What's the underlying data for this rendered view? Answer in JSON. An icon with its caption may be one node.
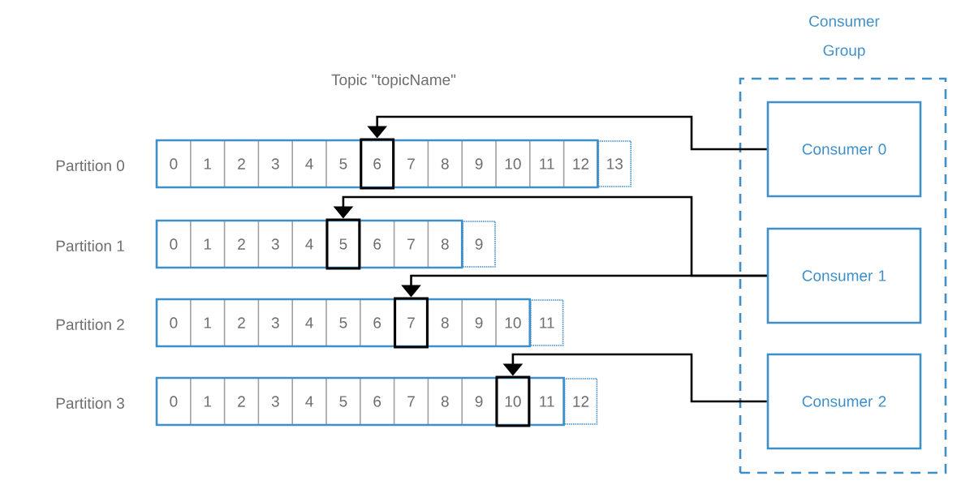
{
  "diagram": {
    "title": "Topic \"topicName\"",
    "nodes": [
      {
        "text": [
          "Partition 0"
        ]
      },
      {
        "text": [
          "0"
        ],
        "in": 0
      },
      {
        "text": [
          "1"
        ],
        "in": 0
      },
      {
        "text": [
          "2"
        ],
        "in": 0
      },
      {
        "text": [
          "3"
        ],
        "in": 0
      },
      {
        "text": [
          "4"
        ],
        "in": 0
      },
      {
        "text": [
          "5"
        ],
        "in": 0
      },
      {
        "text": [
          "6"
        ],
        "in": 0
      },
      {
        "text": [
          "7"
        ],
        "in": 0
      },
      {
        "text": [
          "8"
        ],
        "in": 0
      },
      {
        "text": [
          "9"
        ],
        "in": 0
      },
      {
        "text": [
          "10"
        ],
        "in": 0
      },
      {
        "text": [
          "11"
        ],
        "in": 0
      },
      {
        "text": [
          "12"
        ],
        "in": 0
      },
      {
        "text": [
          "13"
        ]
      },
      {
        "text": [
          "Partition 1"
        ]
      },
      {
        "text": [
          "0"
        ],
        "in": 15
      },
      {
        "text": [
          "1"
        ],
        "in": 15
      },
      {
        "text": [
          "2"
        ],
        "in": 15
      },
      {
        "text": [
          "3"
        ],
        "in": 15
      },
      {
        "text": [
          "4"
        ],
        "in": 15
      },
      {
        "text": [
          "5"
        ],
        "in": 15
      },
      {
        "text": [
          "6"
        ],
        "in": 15
      },
      {
        "text": [
          "7"
        ],
        "in": 15
      },
      {
        "text": [
          "8"
        ],
        "in": 15
      },
      {
        "text": [
          "9"
        ]
      },
      {
        "text": [
          "Partition 2"
        ]
      },
      {
        "text": [
          "0"
        ],
        "in": 26
      },
      {
        "text": [
          "1"
        ],
        "in": 26
      },
      {
        "text": [
          "2"
        ],
        "in": 26
      },
      {
        "text": [
          "3"
        ],
        "in": 26
      },
      {
        "text": [
          "4"
        ],
        "in": 26
      },
      {
        "text": [
          "5"
        ],
        "in": 26
      },
      {
        "text": [
          "6"
        ],
        "in": 26
      },
      {
        "text": [
          "7"
        ],
        "in": 26
      },
      {
        "text": [
          "8"
        ],
        "in": 26
      },
      {
        "text": [
          "9"
        ],
        "in": 26
      },
      {
        "text": [
          "10"
        ],
        "in": 26
      },
      {
        "text": [
          "11"
        ]
      },
      {
        "text": [
          "Partition 3"
        ]
      },
      {
        "text": [
          "0"
        ],
        "in": 39
      },
      {
        "text": [
          "1"
        ],
        "in": 39
      },
      {
        "text": [
          "2"
        ],
        "in": 39
      },
      {
        "text": [
          "3"
        ],
        "in": 39
      },
      {
        "text": [
          "4"
        ],
        "in": 39
      },
      {
        "text": [
          "5"
        ],
        "in": 39
      },
      {
        "text": [
          "6"
        ],
        "in": 39
      },
      {
        "text": [
          "7"
        ],
        "in": 39
      },
      {
        "text": [
          "8"
        ],
        "in": 39
      },
      {
        "text": [
          "9"
        ],
        "in": 39
      },
      {
        "text": [
          "10"
        ],
        "in": 39
      },
      {
        "text": [
          "11"
        ],
        "in": 39
      },
      {
        "text": [
          "12"
        ]
      },
      {
        "text": [
          "Consumer Group"
        ]
      },
      {
        "text": [
          "Consumer 0"
        ],
        "in": 53
      },
      {
        "text": [
          "Consumer 1"
        ],
        "in": 53
      },
      {
        "text": [
          "Consumer 2"
        ],
        "in": 53
      }
    ],
    "edges": [
      {
        "from": 54,
        "to": 7,
        "arrow": "to"
      },
      {
        "from": 55,
        "to": 21,
        "arrow": "to"
      },
      {
        "from": 55,
        "to": 34,
        "arrow": "to"
      },
      {
        "from": 56,
        "to": 50,
        "arrow": "to"
      }
    ]
  }
}
